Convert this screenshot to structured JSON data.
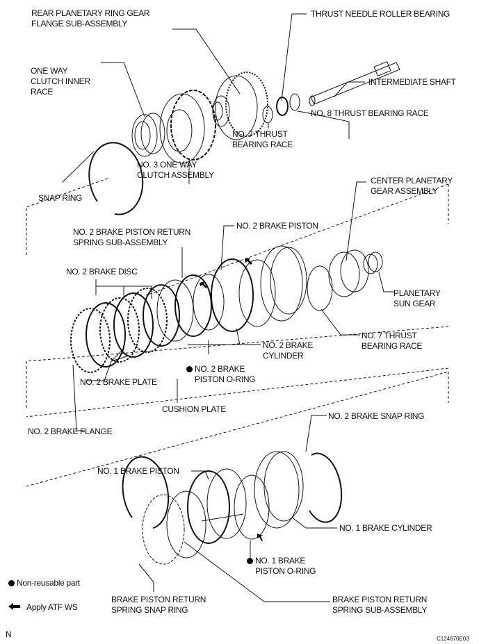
{
  "labels": {
    "rear_ring_gear": [
      "REAR PLANETARY RING GEAR",
      "FLANGE SUB-ASSEMBLY"
    ],
    "thrust_needle": [
      "THRUST NEEDLE ROLLER BEARING"
    ],
    "one_way_inner": [
      "ONE WAY",
      "CLUTCH INNER",
      "RACE"
    ],
    "intermediate_shaft": [
      "INTERMEDIATE SHAFT"
    ],
    "no8_race": [
      "NO.  8 THRUST BEARING RACE"
    ],
    "no7_race_top": [
      "NO.  7 THRUST",
      "BEARING RACE"
    ],
    "no3_clutch": [
      "NO. 3 ONE WAY",
      "CLUTCH ASSEMBLY"
    ],
    "snap_ring": [
      "SNAP RING"
    ],
    "center_planetary": [
      "CENTER PLANETARY",
      "GEAR ASSEMBLY"
    ],
    "no2_piston": [
      "NO. 2 BRAKE PISTON"
    ],
    "no2_return_spring": [
      "NO. 2 BRAKE PISTON RETURN",
      "SPRING SUB-ASSEMBLY"
    ],
    "no2_disc": [
      "NO. 2 BRAKE DISC"
    ],
    "sun_gear": [
      "PLANETARY",
      "SUN GEAR"
    ],
    "no7_race_mid": [
      "NO. 7 THRUST",
      "BEARING  RACE"
    ],
    "no2_cylinder": [
      "NO. 2 BRAKE",
      "CYLINDER"
    ],
    "no2_oring": [
      "NO. 2 BRAKE",
      "PISTON O-RING"
    ],
    "no2_plate": [
      "NO. 2 BRAKE PLATE"
    ],
    "cushion_plate": [
      "CUSHION PLATE"
    ],
    "no2_snap_ring": [
      "NO. 2 BRAKE SNAP RING"
    ],
    "no2_flange": [
      "NO. 2 BRAKE FLANGE"
    ],
    "no1_piston": [
      "NO. 1 BRAKE PISTON"
    ],
    "no1_cylinder": [
      "NO. 1 BRAKE CYLINDER"
    ],
    "no1_oring": [
      "NO. 1 BRAKE",
      "PISTON O-RING"
    ],
    "return_snap_ring": [
      "BRAKE PISTON RETURN",
      "SPRING SNAP RING"
    ],
    "return_spring_sub": [
      "BRAKE PISTON RETURN",
      "SPRING SUB-ASSEMBLY"
    ]
  },
  "legend": {
    "non_reusable": "Non-reusable part",
    "apply_atf": "Apply ATF WS"
  },
  "corner_mark": "N",
  "figure_code": "C124670E03"
}
